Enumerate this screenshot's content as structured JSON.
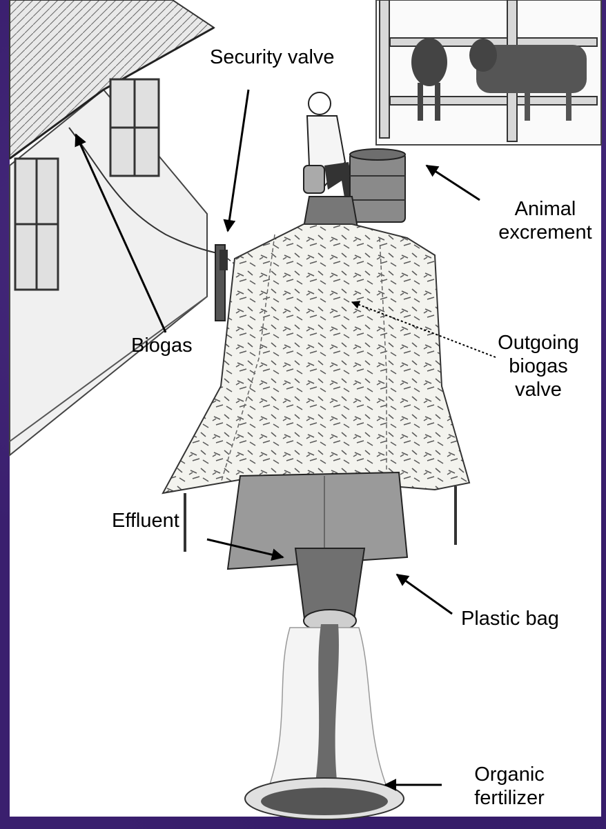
{
  "labels": {
    "security_valve": "Security valve",
    "animal_excrement": [
      "Animal",
      "excrement"
    ],
    "biogas": "Biogas",
    "outgoing_biogas_valve": [
      "Outgoing",
      "biogas",
      "valve"
    ],
    "plastic_bag": "Plastic bag",
    "effluent": "Effluent",
    "organic_fertilizer": [
      "Organic",
      "fertilizer"
    ]
  },
  "colors": {
    "background": "#3a1f6e",
    "illustration": "#ffffff",
    "ink": "#000000",
    "bag": "#9a9a9a",
    "effluent": "#6a6a6a"
  }
}
